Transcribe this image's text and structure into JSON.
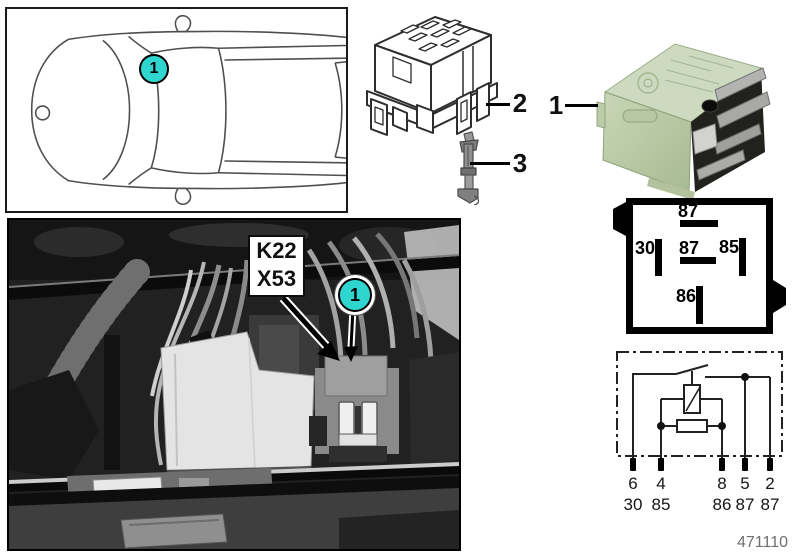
{
  "page": {
    "part_number": "471110"
  },
  "colors": {
    "callout_fill": "#2fd6d0",
    "relay_green": "#c6d3b4",
    "line_black": "#000000"
  },
  "callouts": {
    "car_marker": "1",
    "relay": "1",
    "socket": "2",
    "pin_terminal": "3",
    "photo_marker": "1"
  },
  "location_label": {
    "relay_code": "K22",
    "socket_code": "X53"
  },
  "pin_diagram": {
    "top_87": "87",
    "left_30": "30",
    "mid_87": "87",
    "right_85": "85",
    "bottom_86": "86"
  },
  "schematic": {
    "pins": [
      {
        "terminal": "6",
        "din": "30"
      },
      {
        "terminal": "4",
        "din": "85"
      },
      {
        "terminal": "8",
        "din": "86"
      },
      {
        "terminal": "5",
        "din": "87"
      },
      {
        "terminal": "2",
        "din": "87"
      }
    ]
  }
}
